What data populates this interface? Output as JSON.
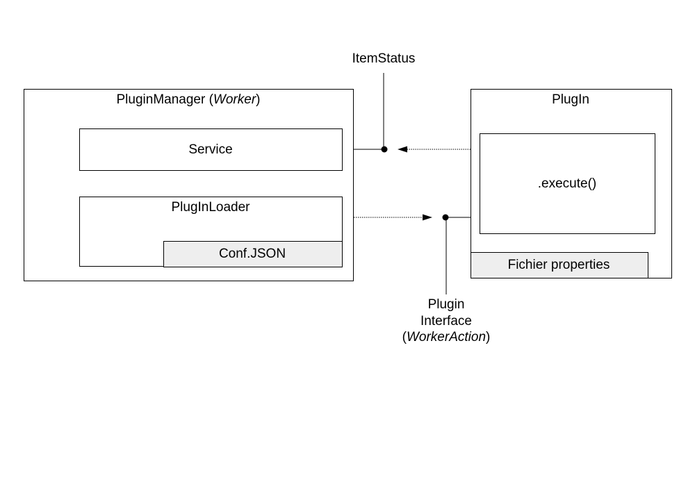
{
  "plugin_manager": {
    "title_main": "PluginManager (",
    "title_italic": "Worker",
    "title_close": ")"
  },
  "service": {
    "label": "Service"
  },
  "plugin_loader": {
    "label": "PlugInLoader",
    "conf_label": "Conf.JSON"
  },
  "plugin": {
    "title": "PlugIn",
    "execute_label": ".execute()",
    "properties_label": "Fichier properties"
  },
  "item_status": {
    "label": "ItemStatus"
  },
  "plugin_interface": {
    "line1": "Plugin",
    "line2": "Interface",
    "line3_open": "(",
    "line3_italic": "WorkerAction",
    "line3_close": ")"
  },
  "colors": {
    "stroke": "#000000",
    "gray_fill": "#eeeeee"
  }
}
